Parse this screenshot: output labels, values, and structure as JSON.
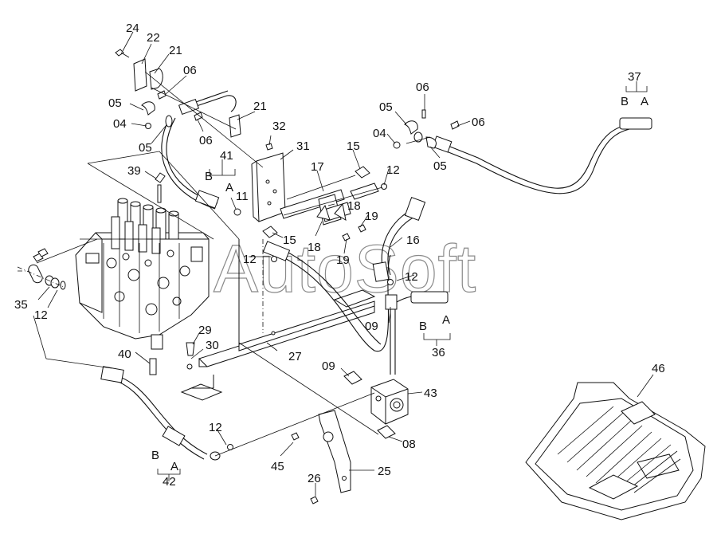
{
  "watermark": "AutoSoft",
  "labels": [
    {
      "id": "24",
      "text": "24"
    },
    {
      "id": "22",
      "text": "22"
    },
    {
      "id": "21a",
      "text": "21"
    },
    {
      "id": "06a",
      "text": "06"
    },
    {
      "id": "05a",
      "text": "05"
    },
    {
      "id": "04a",
      "text": "04"
    },
    {
      "id": "05b",
      "text": "05"
    },
    {
      "id": "06b",
      "text": "06"
    },
    {
      "id": "21b",
      "text": "21"
    },
    {
      "id": "32",
      "text": "32"
    },
    {
      "id": "31",
      "text": "31"
    },
    {
      "id": "41",
      "text": "41"
    },
    {
      "id": "41B",
      "text": "B"
    },
    {
      "id": "41A",
      "text": "A"
    },
    {
      "id": "11",
      "text": "11"
    },
    {
      "id": "39",
      "text": "39"
    },
    {
      "id": "17",
      "text": "17"
    },
    {
      "id": "15a",
      "text": "15"
    },
    {
      "id": "15b",
      "text": "15"
    },
    {
      "id": "18a",
      "text": "18"
    },
    {
      "id": "18b",
      "text": "18"
    },
    {
      "id": "19a",
      "text": "19"
    },
    {
      "id": "19b",
      "text": "19"
    },
    {
      "id": "12a",
      "text": "12"
    },
    {
      "id": "12b",
      "text": "12"
    },
    {
      "id": "12c",
      "text": "12"
    },
    {
      "id": "12d",
      "text": "12"
    },
    {
      "id": "12e",
      "text": "12"
    },
    {
      "id": "16",
      "text": "16"
    },
    {
      "id": "06c",
      "text": "06"
    },
    {
      "id": "05c",
      "text": "05"
    },
    {
      "id": "04b",
      "text": "04"
    },
    {
      "id": "06d",
      "text": "06"
    },
    {
      "id": "05d",
      "text": "05"
    },
    {
      "id": "37",
      "text": "37"
    },
    {
      "id": "37B",
      "text": "B"
    },
    {
      "id": "37A",
      "text": "A"
    },
    {
      "id": "35",
      "text": "35"
    },
    {
      "id": "29",
      "text": "29"
    },
    {
      "id": "30",
      "text": "30"
    },
    {
      "id": "40",
      "text": "40"
    },
    {
      "id": "27",
      "text": "27"
    },
    {
      "id": "09a",
      "text": "09"
    },
    {
      "id": "09b",
      "text": "09"
    },
    {
      "id": "36",
      "text": "36"
    },
    {
      "id": "36B",
      "text": "B"
    },
    {
      "id": "36A",
      "text": "A"
    },
    {
      "id": "43",
      "text": "43"
    },
    {
      "id": "08",
      "text": "08"
    },
    {
      "id": "45",
      "text": "45"
    },
    {
      "id": "25",
      "text": "25"
    },
    {
      "id": "26",
      "text": "26"
    },
    {
      "id": "42",
      "text": "42"
    },
    {
      "id": "42B",
      "text": "B"
    },
    {
      "id": "42A",
      "text": "A"
    },
    {
      "id": "46",
      "text": "46"
    }
  ]
}
